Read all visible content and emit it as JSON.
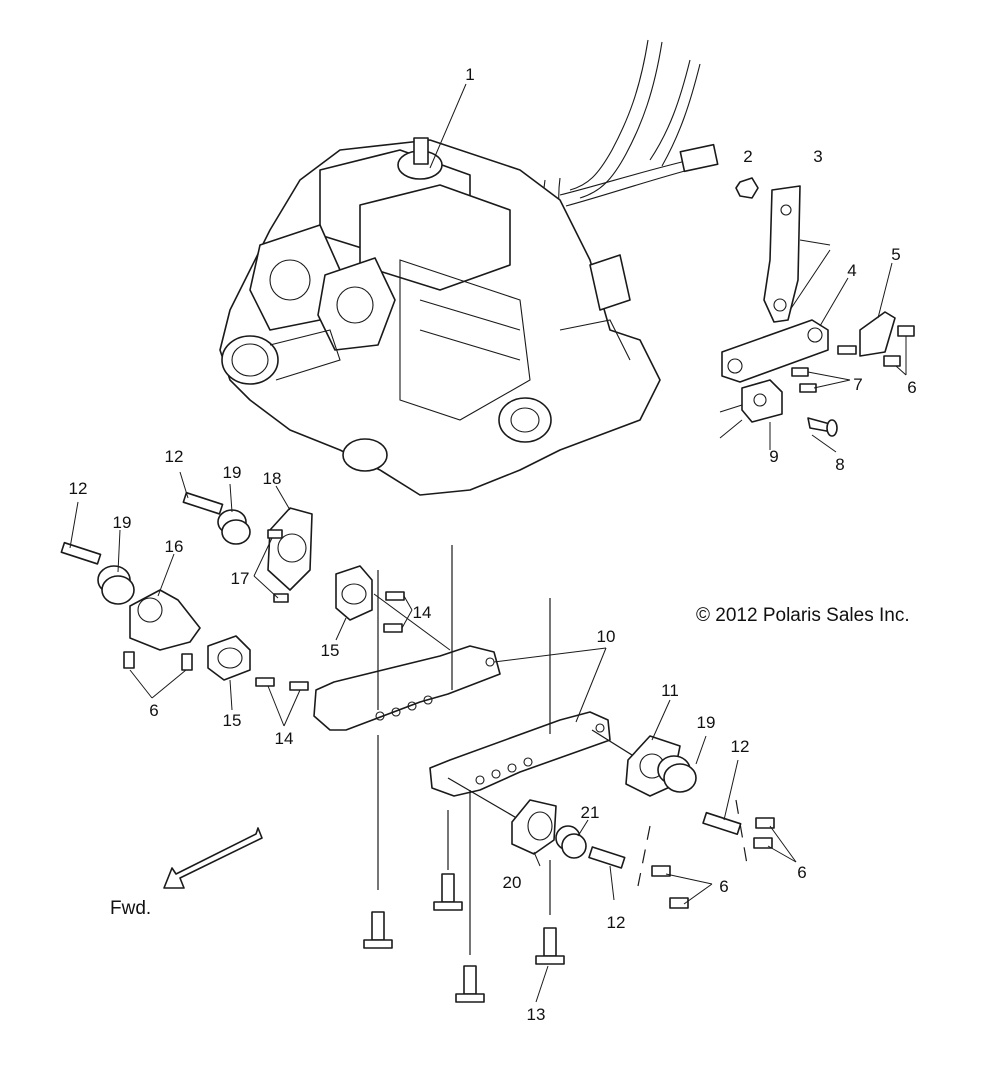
{
  "copyright": "© 2012 Polaris Sales Inc.",
  "direction_label": "Fwd.",
  "callouts": [
    "1",
    "2",
    "3",
    "4",
    "5",
    "6",
    "7",
    "8",
    "9",
    "10",
    "11",
    "12",
    "13",
    "14",
    "15",
    "16",
    "17",
    "18",
    "19",
    "20",
    "21"
  ],
  "colors": {
    "line": "#1a1a1a",
    "background": "#ffffff"
  }
}
